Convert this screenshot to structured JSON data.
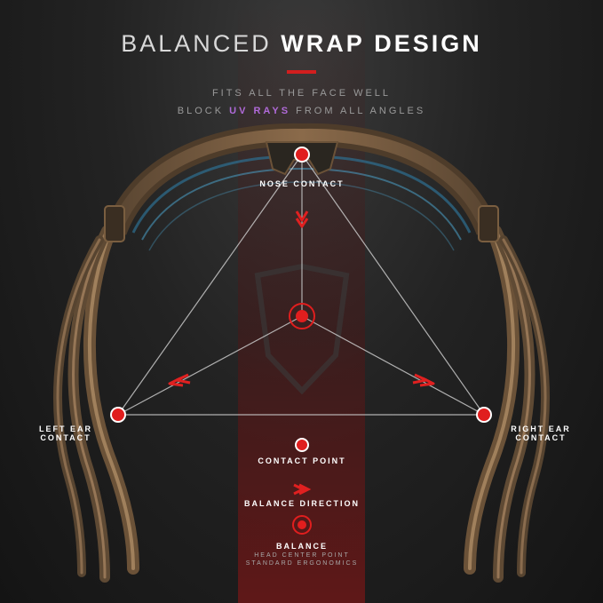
{
  "title": {
    "part1": "BALANCED",
    "part2": "WRAP",
    "part3": "DESIGN"
  },
  "subtitle": {
    "line1": "FITS ALL THE FACE WELL",
    "line2_pre": "BLOCK",
    "line2_highlight": "UV RAYS",
    "line2_post": "FROM ALL ANGLES"
  },
  "points": {
    "nose": "NOSE CONTACT",
    "left_ear_line1": "LEFT EAR",
    "left_ear_line2": "CONTACT",
    "right_ear_line1": "RIGHT EAR",
    "right_ear_line2": "CONTACT"
  },
  "legend": {
    "contact_point": "CONTACT POINT",
    "balance_direction": "BALANCE DIRECTION",
    "balance": "BALANCE",
    "balance_sub1": "HEAD CENTER POINT",
    "balance_sub2": "STANDARD ERGONOMICS"
  },
  "colors": {
    "accent_red": "#d21e1e",
    "uv_purple": "#b06ad8",
    "frame_brown": "#8a6a4a",
    "inner_blue": "#4aa0c8"
  },
  "icons": [
    "red-dot-icon",
    "chevron-arrow-icon",
    "target-icon"
  ]
}
